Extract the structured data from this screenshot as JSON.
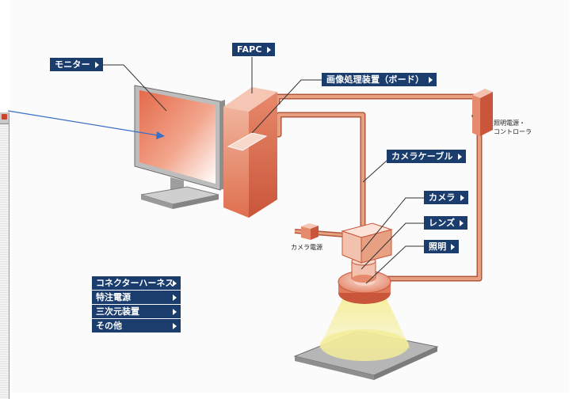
{
  "labels": {
    "monitor": "モニター",
    "fapc": "FAPC",
    "board": "画像処理装置（ボード）",
    "cable": "カメラケーブル",
    "camera": "カメラ",
    "lens": "レンズ",
    "lighting": "照明",
    "light_power_line1": "照明電源・",
    "light_power_line2": "コントローラ",
    "camera_power": "カメラ電源"
  },
  "menu": {
    "items": [
      {
        "label": "コネクターハーネス"
      },
      {
        "label": "特注電源"
      },
      {
        "label": "三次元装置"
      },
      {
        "label": "その他"
      }
    ]
  },
  "colors": {
    "label_bg": "#1a3d6e",
    "cable": "#d98a6e",
    "cable_dark": "#b0573c",
    "salmon": "#e58a6c",
    "light_beam": "#f3ec9a",
    "arrow": "#3b6fc6"
  }
}
